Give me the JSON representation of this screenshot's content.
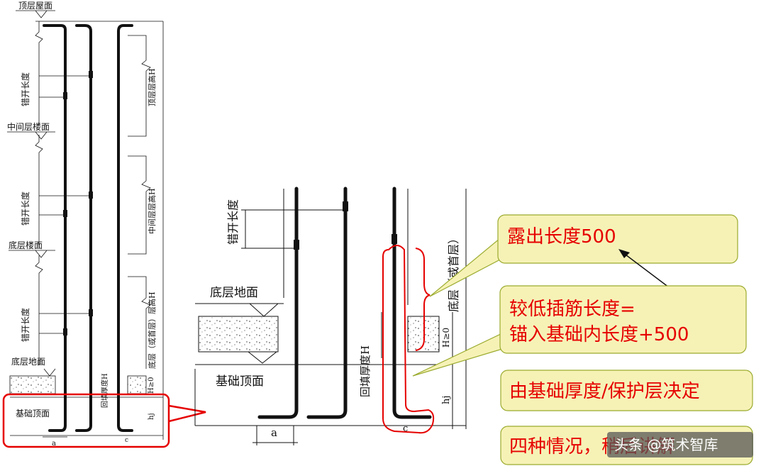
{
  "left_diagram": {
    "roof_label": "顶层屋面",
    "mid_floor_label": "中间层楼面",
    "bottom_floor_label": "底层楼面",
    "ground_label": "底层地面",
    "foundation_top_label": "基础顶面",
    "stagger_label": "错开长度",
    "top_height_label": "顶层层高H",
    "mid_height_label": "中间层层高H",
    "bottom_height_label": "底层（或首层）层高H",
    "backfill_label": "回填厚度H",
    "hl_label": "H≥0",
    "hj_label": "hj",
    "a_label": "a",
    "c_label": "c"
  },
  "right_diagram": {
    "stagger_label": "错开长度",
    "ground_label": "底层地面",
    "foundation_top_label": "基础顶面",
    "backfill_label": "回填厚度H",
    "floor_label": "底层（或首层）",
    "hl_label": "H≥0",
    "hj_label": "hj",
    "a_label": "a",
    "c_label": "c"
  },
  "callouts": [
    {
      "id": "exposed",
      "text": "露出长度500"
    },
    {
      "id": "lower_dowel",
      "lines": [
        "较低插筋长度=",
        "锚入基础内长度+500"
      ]
    },
    {
      "id": "thickness",
      "text": "由基础厚度/保护层决定"
    },
    {
      "id": "cases",
      "text": "四种情况，稍后讲解"
    }
  ],
  "watermark": "头条 @筑术智库",
  "colors": {
    "accent": "#e60000",
    "callout_fill": "#f6f2b6",
    "callout_border": "#9bab2e",
    "watermark_bg": "#555555"
  }
}
